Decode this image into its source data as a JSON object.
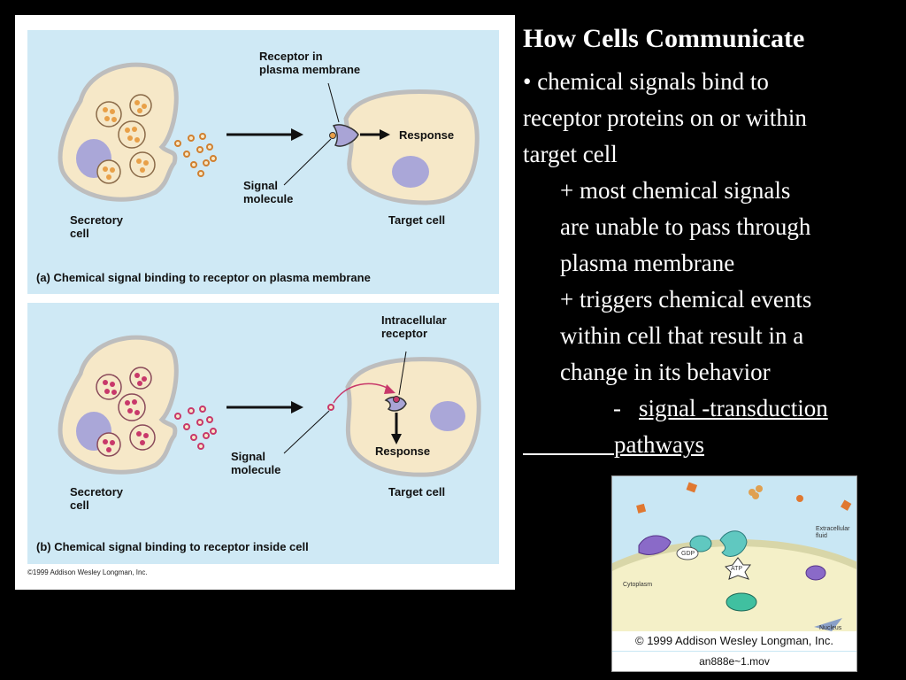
{
  "slide": {
    "title": "How Cells Communicate",
    "lines": [
      "•  chemical signals bind to",
      "receptor proteins on or within",
      "target cell",
      "+  most chemical signals",
      " are unable to pass through",
      "plasma membrane",
      "+  triggers chemical events",
      " within cell that result in a",
      " change in its behavior",
      "-  ",
      "signal -transduction",
      "pathways"
    ]
  },
  "figure": {
    "panel_a": {
      "receptor_label": "Receptor in\nplasma membrane",
      "response": "Response",
      "signal_label": "Signal\nmolecule",
      "secretory_label": "Secretory\ncell",
      "target_label": "Target cell",
      "caption": "(a) Chemical signal binding to receptor on plasma membrane"
    },
    "panel_b": {
      "receptor_label": "Intracellular\nreceptor",
      "response": "Response",
      "signal_label": "Signal\nmolecule",
      "secretory_label": "Secretory\ncell",
      "target_label": "Target cell",
      "caption": "(b) Chemical signal binding to receptor inside cell"
    },
    "copyright": "©1999 Addison Wesley Longman, Inc."
  },
  "movie": {
    "extracellular_label": "Extracellular\nfluid",
    "gdp_label": "GDP",
    "atp_label": "ATP",
    "cytoplasm_label": "Cytoplasm",
    "nucleus_label": "Nucleus",
    "copyright": "© 1999 Addison Wesley Longman, Inc.",
    "filename": "an888e~1.mov"
  },
  "colors": {
    "panel_bg": "#cfe9f5",
    "cell_fill": "#f6e8c8",
    "nucleus": "#aaa7d8",
    "signal_a": "#e8a048",
    "signal_b": "#c8386a",
    "receptor": "#a9a4d6"
  }
}
